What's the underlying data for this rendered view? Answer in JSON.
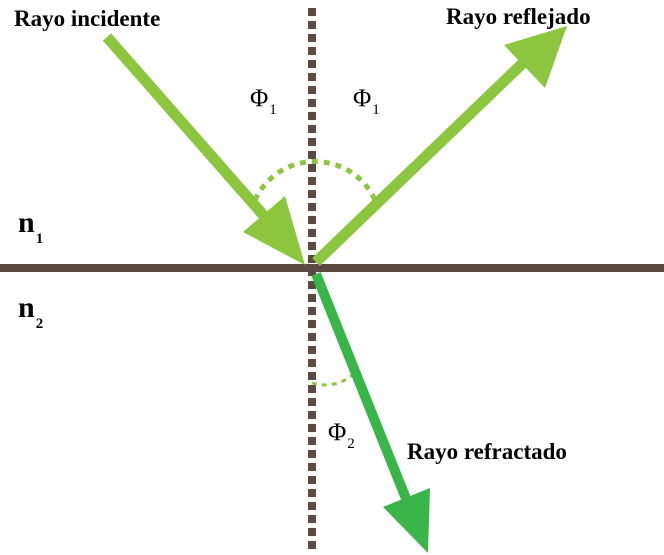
{
  "labels": {
    "incident": "Rayo incidente",
    "reflected": "Rayo reflejado",
    "refracted": "Rayo refractado",
    "medium_1": {
      "symbol": "n",
      "sub": "1"
    },
    "medium_2": {
      "symbol": "n",
      "sub": "2"
    },
    "angle_incident": {
      "symbol": "Φ",
      "sub": "1"
    },
    "angle_reflected": {
      "symbol": "Φ",
      "sub": "1"
    },
    "angle_refracted": {
      "symbol": "Φ",
      "sub": "2"
    }
  },
  "colors": {
    "incident_ray": "#8cc63f",
    "reflected_ray": "#8cc63f",
    "refracted_ray": "#39b54a",
    "interface": "#5a4a42",
    "normal": "#5a4a42",
    "angle_arc": "#8cc63f"
  }
}
